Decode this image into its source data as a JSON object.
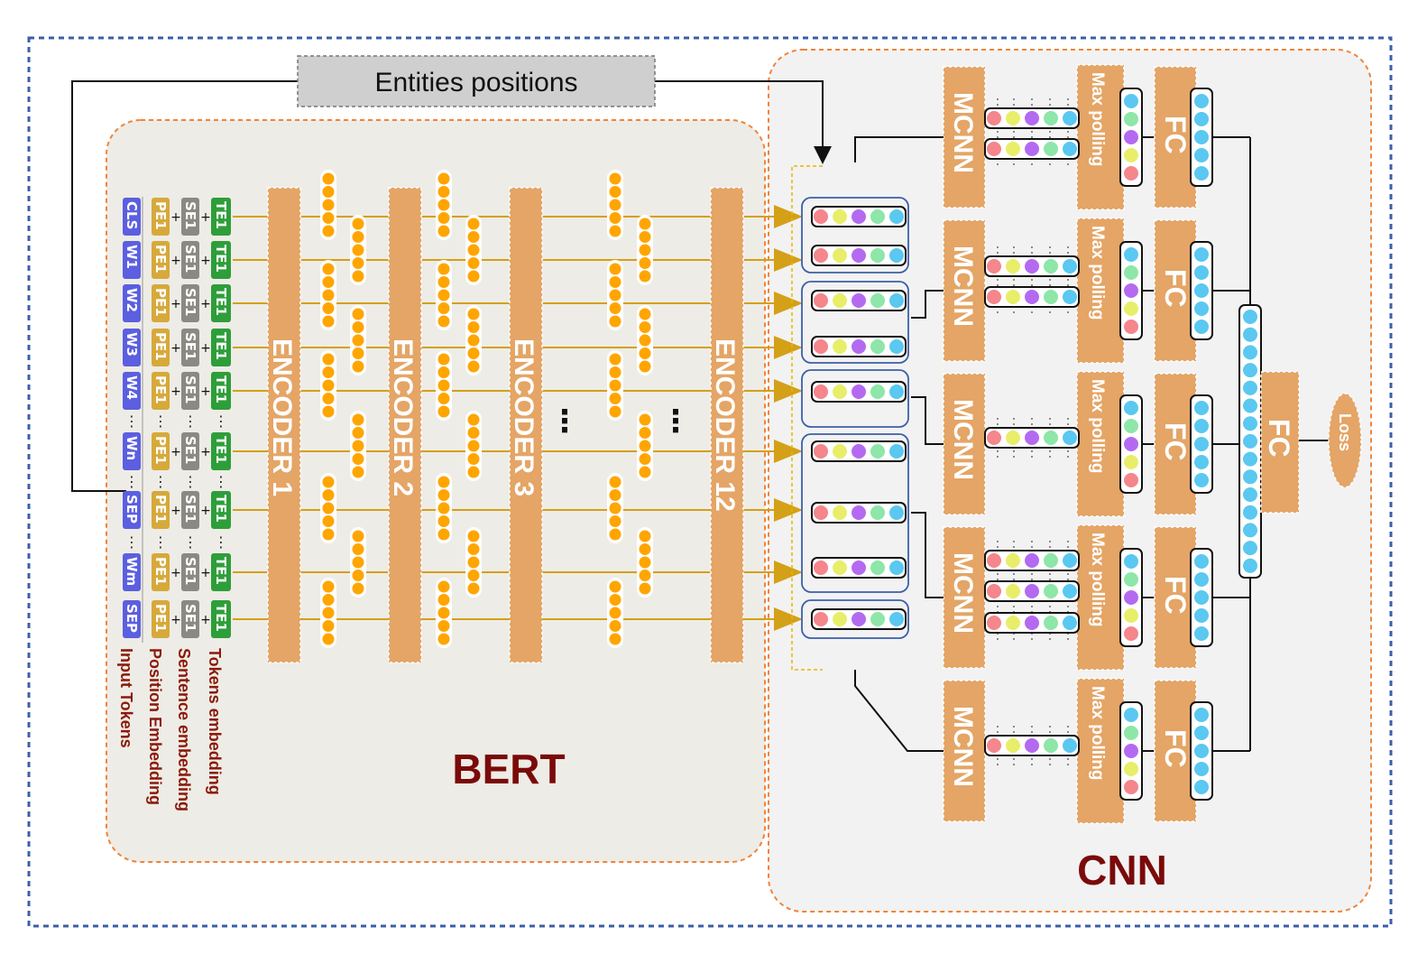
{
  "colors": {
    "encoder": "#e4a566",
    "orange_dot": "#ffa500",
    "line": "#d4a017",
    "title": "#7b0a0a",
    "outer_border": "#3b5fa8",
    "inner_border": "#f0843c",
    "bert_bg": "#eeece6",
    "cnn_bg": "#f2f2f2",
    "group_border": "#3b5fa8",
    "cls": "#5b5fe0",
    "pe": "#d6a93a",
    "se": "#8a8a82",
    "te": "#2e9e3a",
    "blue_dot": "#5ac8f0",
    "vec_colors": [
      "#f4868c",
      "#e8ee6a",
      "#b46af0",
      "#8ee6a8",
      "#5ac8f0"
    ]
  },
  "entities_label": "Entities positions",
  "bert_label": "BERT",
  "cnn_label": "CNN",
  "encoders": [
    "ENCODER 1",
    "ENCODER 2",
    "ENCODER 3",
    "ENCODER 12"
  ],
  "ellipsis": "⋮",
  "tokens": {
    "input": [
      "CLS",
      "W1",
      "W2",
      "W3",
      "W4",
      "Wn",
      "SEP",
      "Wm",
      "SEP"
    ],
    "position": "PE1",
    "sentence": "SE1",
    "token": "TE1",
    "plus": "+",
    "dots": "⋮"
  },
  "legend": {
    "input": "Input Tokens",
    "position": "Position Embedding",
    "sentence": "Sentence embedding",
    "token": "Tokens embedding"
  },
  "cnn": {
    "mcnn": "MCNN",
    "max_pool": "Max polling",
    "fc": "FC",
    "loss": "Loss"
  }
}
